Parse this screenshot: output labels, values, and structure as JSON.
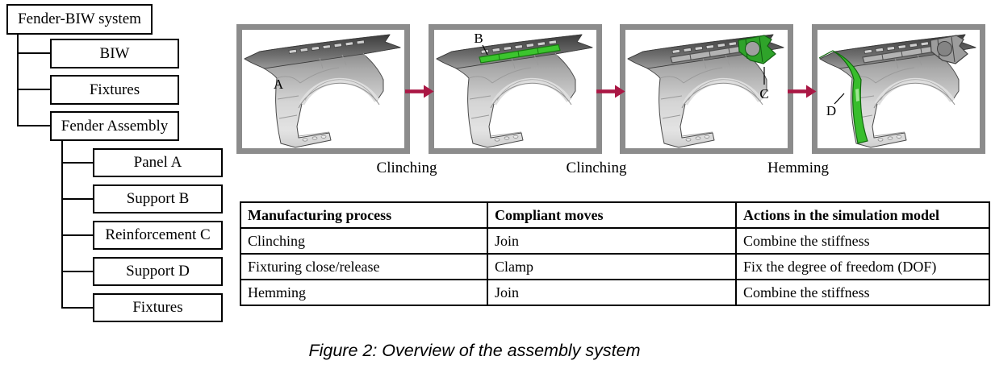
{
  "caption": "Figure 2: Overview of the assembly system",
  "tree": {
    "root": "Fender-BIW system",
    "children": [
      "BIW",
      "Fixtures",
      "Fender Assembly"
    ],
    "assembly_children": [
      "Panel A",
      "Support B",
      "Reinforcement C",
      "Support D",
      "Fixtures"
    ]
  },
  "flow": {
    "part_labels": [
      "A",
      "B",
      "C",
      "D"
    ],
    "steps": [
      "Clinching",
      "Clinching",
      "Hemming"
    ]
  },
  "table": {
    "headers": [
      "Manufacturing process",
      "Compliant moves",
      "Actions in the simulation model"
    ],
    "rows": [
      [
        "Clinching",
        "Join",
        "Combine the stiffness"
      ],
      [
        "Fixturing close/release",
        "Clamp",
        "Fix the degree of freedom (DOF)"
      ],
      [
        "Hemming",
        "Join",
        "Combine the stiffness"
      ]
    ]
  },
  "colors": {
    "flow_arrow": "#aa1744",
    "image_frame": "#8c8c8c",
    "support_b_green": "#3cc52e",
    "reinforcement_c_green": "#2fa32a",
    "support_d_green": "#38bd2c"
  }
}
